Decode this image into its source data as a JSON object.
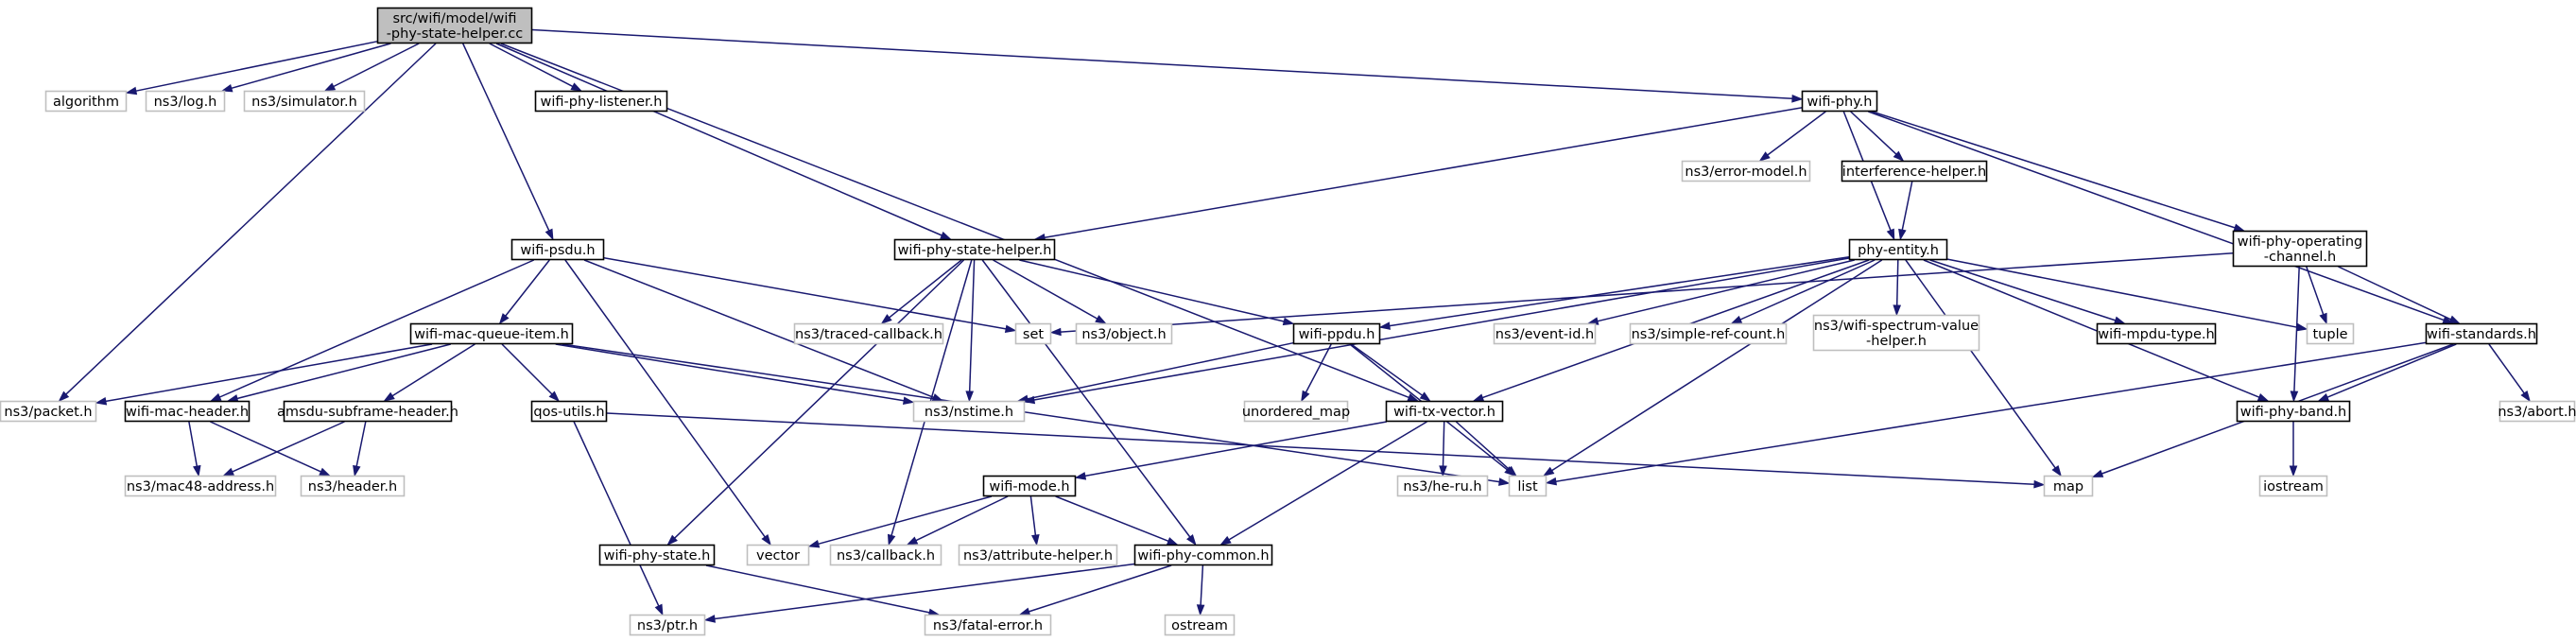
{
  "colors": {
    "edge": "#191970",
    "root_fill": "#bfbfbf",
    "root_border": "#000000",
    "local_border": "#000000",
    "external_border": "#bfbfbf",
    "node_fill": "#ffffff"
  },
  "nodes": [
    {
      "id": "root",
      "lines": [
        "src/wifi/model/wifi",
        "-phy-state-helper.cc"
      ],
      "kind": "root"
    },
    {
      "id": "algorithm",
      "lines": [
        "algorithm"
      ],
      "kind": "external"
    },
    {
      "id": "log",
      "lines": [
        "ns3/log.h"
      ],
      "kind": "external"
    },
    {
      "id": "simulator",
      "lines": [
        "ns3/simulator.h"
      ],
      "kind": "external"
    },
    {
      "id": "wifi-phy-listener",
      "lines": [
        "wifi-phy-listener.h"
      ],
      "kind": "local"
    },
    {
      "id": "wifi-phy",
      "lines": [
        "wifi-phy.h"
      ],
      "kind": "local"
    },
    {
      "id": "error-model",
      "lines": [
        "ns3/error-model.h"
      ],
      "kind": "external"
    },
    {
      "id": "interference-helper",
      "lines": [
        "interference-helper.h"
      ],
      "kind": "local"
    },
    {
      "id": "wifi-psdu",
      "lines": [
        "wifi-psdu.h"
      ],
      "kind": "local"
    },
    {
      "id": "wifi-phy-state-helper",
      "lines": [
        "wifi-phy-state-helper.h"
      ],
      "kind": "local"
    },
    {
      "id": "phy-entity",
      "lines": [
        "phy-entity.h"
      ],
      "kind": "local"
    },
    {
      "id": "wifi-phy-operating-channel",
      "lines": [
        "wifi-phy-operating",
        "-channel.h"
      ],
      "kind": "local"
    },
    {
      "id": "wifi-mac-queue-item",
      "lines": [
        "wifi-mac-queue-item.h"
      ],
      "kind": "local"
    },
    {
      "id": "traced-callback",
      "lines": [
        "ns3/traced-callback.h"
      ],
      "kind": "external"
    },
    {
      "id": "set",
      "lines": [
        "set"
      ],
      "kind": "external"
    },
    {
      "id": "object",
      "lines": [
        "ns3/object.h"
      ],
      "kind": "external"
    },
    {
      "id": "wifi-ppdu",
      "lines": [
        "wifi-ppdu.h"
      ],
      "kind": "local"
    },
    {
      "id": "event-id",
      "lines": [
        "ns3/event-id.h"
      ],
      "kind": "external"
    },
    {
      "id": "simple-ref-count",
      "lines": [
        "ns3/simple-ref-count.h"
      ],
      "kind": "external"
    },
    {
      "id": "wifi-spectrum-value-helper",
      "lines": [
        "ns3/wifi-spectrum-value",
        "-helper.h"
      ],
      "kind": "external"
    },
    {
      "id": "wifi-mpdu-type",
      "lines": [
        "wifi-mpdu-type.h"
      ],
      "kind": "local"
    },
    {
      "id": "tuple",
      "lines": [
        "tuple"
      ],
      "kind": "external"
    },
    {
      "id": "wifi-standards",
      "lines": [
        "wifi-standards.h"
      ],
      "kind": "local"
    },
    {
      "id": "packet",
      "lines": [
        "ns3/packet.h"
      ],
      "kind": "external"
    },
    {
      "id": "wifi-mac-header",
      "lines": [
        "wifi-mac-header.h"
      ],
      "kind": "local"
    },
    {
      "id": "amsdu-subframe-header",
      "lines": [
        "amsdu-subframe-header.h"
      ],
      "kind": "local"
    },
    {
      "id": "qos-utils",
      "lines": [
        "qos-utils.h"
      ],
      "kind": "local"
    },
    {
      "id": "nstime",
      "lines": [
        "ns3/nstime.h"
      ],
      "kind": "external"
    },
    {
      "id": "unordered-map",
      "lines": [
        "unordered_map"
      ],
      "kind": "external"
    },
    {
      "id": "wifi-tx-vector",
      "lines": [
        "wifi-tx-vector.h"
      ],
      "kind": "local"
    },
    {
      "id": "wifi-phy-band",
      "lines": [
        "wifi-phy-band.h"
      ],
      "kind": "local"
    },
    {
      "id": "abort",
      "lines": [
        "ns3/abort.h"
      ],
      "kind": "external"
    },
    {
      "id": "mac48-address",
      "lines": [
        "ns3/mac48-address.h"
      ],
      "kind": "external"
    },
    {
      "id": "header",
      "lines": [
        "ns3/header.h"
      ],
      "kind": "external"
    },
    {
      "id": "he-ru",
      "lines": [
        "ns3/he-ru.h"
      ],
      "kind": "external"
    },
    {
      "id": "list",
      "lines": [
        "list"
      ],
      "kind": "external"
    },
    {
      "id": "map",
      "lines": [
        "map"
      ],
      "kind": "external"
    },
    {
      "id": "iostream",
      "lines": [
        "iostream"
      ],
      "kind": "external"
    },
    {
      "id": "wifi-mode",
      "lines": [
        "wifi-mode.h"
      ],
      "kind": "local"
    },
    {
      "id": "vector",
      "lines": [
        "vector"
      ],
      "kind": "external"
    },
    {
      "id": "callback",
      "lines": [
        "ns3/callback.h"
      ],
      "kind": "external"
    },
    {
      "id": "attribute-helper",
      "lines": [
        "ns3/attribute-helper.h"
      ],
      "kind": "external"
    },
    {
      "id": "wifi-phy-state",
      "lines": [
        "wifi-phy-state.h"
      ],
      "kind": "local"
    },
    {
      "id": "wifi-phy-common",
      "lines": [
        "wifi-phy-common.h"
      ],
      "kind": "local"
    },
    {
      "id": "ptr",
      "lines": [
        "ns3/ptr.h"
      ],
      "kind": "external"
    },
    {
      "id": "fatal-error",
      "lines": [
        "ns3/fatal-error.h"
      ],
      "kind": "external"
    },
    {
      "id": "ostream",
      "lines": [
        "ostream"
      ],
      "kind": "external"
    }
  ],
  "edges": [
    [
      "root",
      "algorithm"
    ],
    [
      "root",
      "log"
    ],
    [
      "root",
      "simulator"
    ],
    [
      "root",
      "wifi-phy-listener"
    ],
    [
      "root",
      "wifi-phy"
    ],
    [
      "root",
      "packet"
    ],
    [
      "root",
      "wifi-psdu"
    ],
    [
      "root",
      "wifi-phy-state-helper"
    ],
    [
      "root",
      "wifi-tx-vector"
    ],
    [
      "wifi-phy",
      "error-model"
    ],
    [
      "wifi-phy",
      "interference-helper"
    ],
    [
      "wifi-phy",
      "phy-entity"
    ],
    [
      "wifi-phy",
      "wifi-phy-operating-channel"
    ],
    [
      "wifi-phy",
      "wifi-standards"
    ],
    [
      "wifi-phy",
      "wifi-phy-state-helper"
    ],
    [
      "interference-helper",
      "phy-entity"
    ],
    [
      "wifi-psdu",
      "wifi-mac-queue-item"
    ],
    [
      "wifi-psdu",
      "set"
    ],
    [
      "wifi-psdu",
      "nstime"
    ],
    [
      "wifi-psdu",
      "wifi-mac-header"
    ],
    [
      "wifi-psdu",
      "vector"
    ],
    [
      "wifi-phy-state-helper",
      "traced-callback"
    ],
    [
      "wifi-phy-state-helper",
      "object"
    ],
    [
      "wifi-phy-state-helper",
      "nstime"
    ],
    [
      "wifi-phy-state-helper",
      "wifi-ppdu"
    ],
    [
      "wifi-phy-state-helper",
      "wifi-phy-state"
    ],
    [
      "wifi-phy-state-helper",
      "callback"
    ],
    [
      "wifi-phy-state-helper",
      "wifi-phy-common"
    ],
    [
      "phy-entity",
      "wifi-ppdu"
    ],
    [
      "phy-entity",
      "event-id"
    ],
    [
      "phy-entity",
      "simple-ref-count"
    ],
    [
      "phy-entity",
      "wifi-spectrum-value-helper"
    ],
    [
      "phy-entity",
      "wifi-mpdu-type"
    ],
    [
      "phy-entity",
      "tuple"
    ],
    [
      "phy-entity",
      "wifi-tx-vector"
    ],
    [
      "phy-entity",
      "nstime"
    ],
    [
      "phy-entity",
      "list"
    ],
    [
      "phy-entity",
      "map"
    ],
    [
      "phy-entity",
      "wifi-phy-band"
    ],
    [
      "wifi-phy-operating-channel",
      "tuple"
    ],
    [
      "wifi-phy-operating-channel",
      "wifi-phy-band"
    ],
    [
      "wifi-phy-operating-channel",
      "wifi-standards"
    ],
    [
      "wifi-phy-operating-channel",
      "set"
    ],
    [
      "wifi-mac-queue-item",
      "packet"
    ],
    [
      "wifi-mac-queue-item",
      "wifi-mac-header"
    ],
    [
      "wifi-mac-queue-item",
      "amsdu-subframe-header"
    ],
    [
      "wifi-mac-queue-item",
      "qos-utils"
    ],
    [
      "wifi-mac-queue-item",
      "nstime"
    ],
    [
      "wifi-mac-queue-item",
      "list"
    ],
    [
      "wifi-ppdu",
      "nstime"
    ],
    [
      "wifi-ppdu",
      "unordered-map"
    ],
    [
      "wifi-ppdu",
      "wifi-tx-vector"
    ],
    [
      "wifi-ppdu",
      "list"
    ],
    [
      "wifi-standards",
      "wifi-phy-band"
    ],
    [
      "wifi-standards",
      "abort"
    ],
    [
      "wifi-standards",
      "map"
    ],
    [
      "wifi-standards",
      "list"
    ],
    [
      "wifi-mac-header",
      "mac48-address"
    ],
    [
      "wifi-mac-header",
      "header"
    ],
    [
      "amsdu-subframe-header",
      "mac48-address"
    ],
    [
      "amsdu-subframe-header",
      "header"
    ],
    [
      "qos-utils",
      "map"
    ],
    [
      "qos-utils",
      "ptr"
    ],
    [
      "wifi-tx-vector",
      "he-ru"
    ],
    [
      "wifi-tx-vector",
      "list"
    ],
    [
      "wifi-tx-vector",
      "wifi-mode"
    ],
    [
      "wifi-tx-vector",
      "wifi-phy-common"
    ],
    [
      "wifi-phy-band",
      "iostream"
    ],
    [
      "wifi-mode",
      "vector"
    ],
    [
      "wifi-mode",
      "callback"
    ],
    [
      "wifi-mode",
      "attribute-helper"
    ],
    [
      "wifi-mode",
      "wifi-phy-common"
    ],
    [
      "wifi-phy-state",
      "fatal-error"
    ],
    [
      "wifi-phy-common",
      "ptr"
    ],
    [
      "wifi-phy-common",
      "fatal-error"
    ],
    [
      "wifi-phy-common",
      "ostream"
    ]
  ]
}
